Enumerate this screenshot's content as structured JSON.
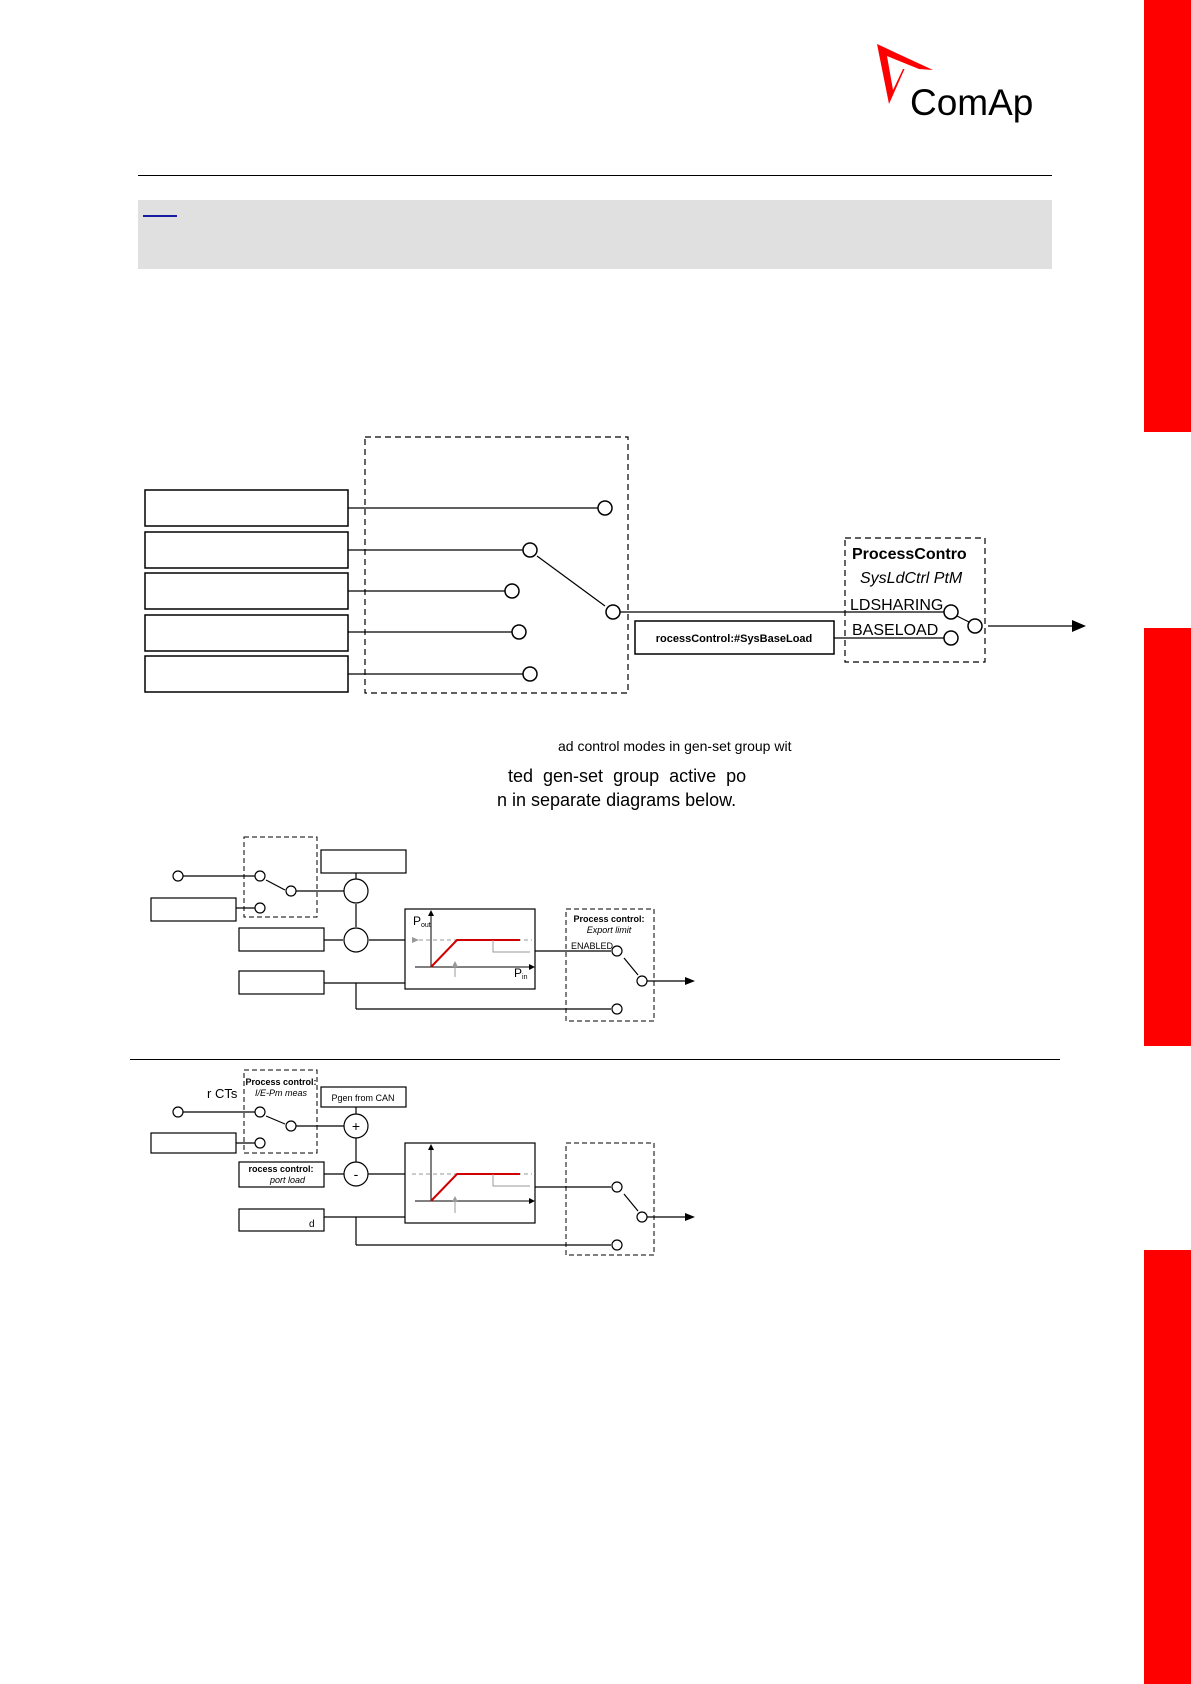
{
  "brand": {
    "name": "ComAp",
    "colors": {
      "accent": "#ff0000",
      "note_bg": "#e0e0e0",
      "curve": "#d00000"
    }
  },
  "diagram1": {
    "switch_title": "ProcessContro",
    "switch_param": "SysLdCtrl PtM",
    "option_loadsharing": "LDSHARING",
    "option_baseload": "BASELOAD",
    "baseload_box": "rocessControl:#SysBaseLoad"
  },
  "captions": {
    "figure_caption": "ad control modes in gen-set group wit",
    "para_line1": "ted  gen-set  group  active  po",
    "para_line2": "n in separate diagrams below."
  },
  "diagram2": {
    "pc_title": "Process control:",
    "pc_param": "Export limit",
    "enabled": "ENABLED",
    "axis_y": "P",
    "axis_y_sub": "out",
    "axis_x": "P",
    "axis_x_sub": "in"
  },
  "diagram3": {
    "left_label": "r CTs",
    "pc_title": "Process control:",
    "pc_param": "I/E-Pm meas",
    "pgen_box": "Pgen from CAN",
    "plus": "+",
    "minus": "-",
    "import_title": "rocess control:",
    "import_param": "port load",
    "bottom_box": "d"
  }
}
